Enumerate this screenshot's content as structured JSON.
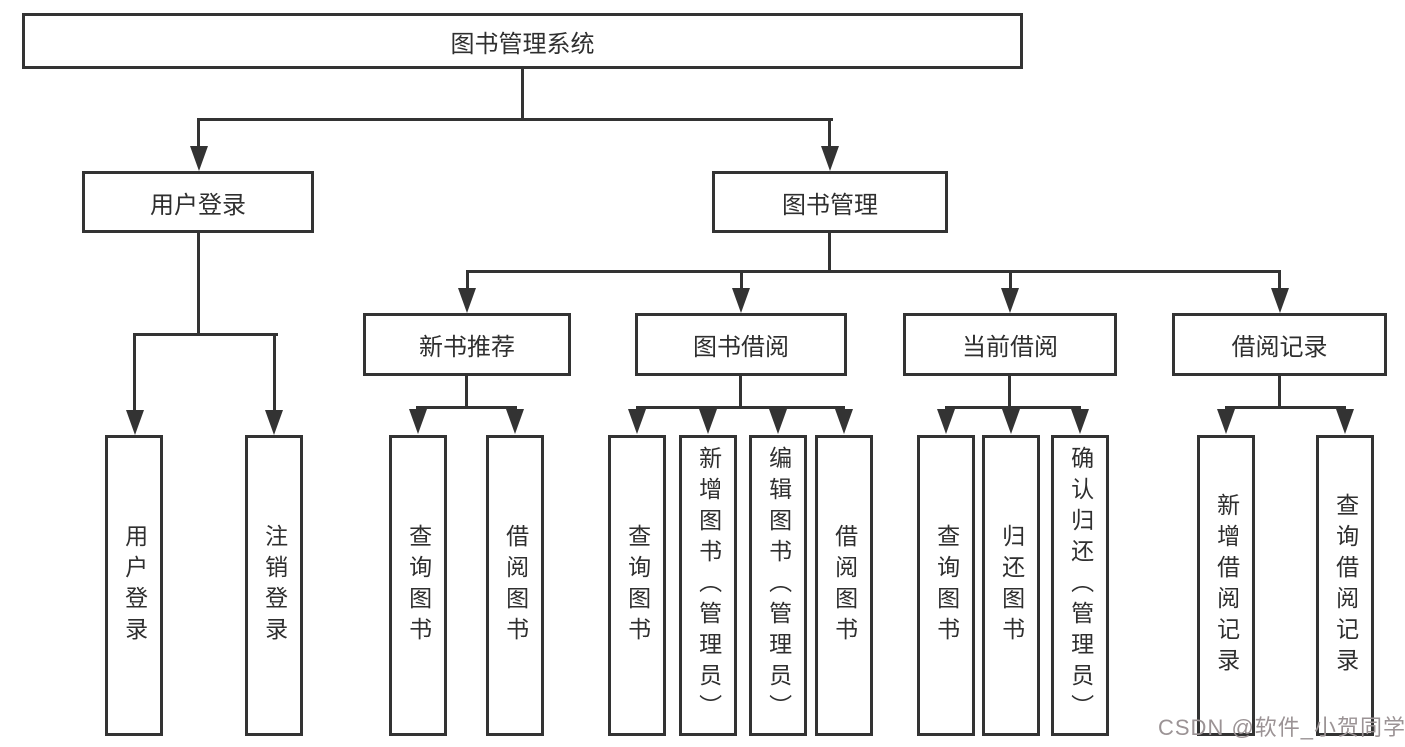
{
  "diagram": {
    "root": {
      "label": "图书管理系统"
    },
    "branches": [
      {
        "label": "用户登录",
        "children": [
          {
            "label": "用户登录"
          },
          {
            "label": "注销登录"
          }
        ]
      },
      {
        "label": "图书管理",
        "children": [
          {
            "label": "新书推荐",
            "children": [
              {
                "label": "查询图书"
              },
              {
                "label": "借阅图书"
              }
            ]
          },
          {
            "label": "图书借阅",
            "children": [
              {
                "label": "查询图书"
              },
              {
                "label": "新增图书（管理员）"
              },
              {
                "label": "编辑图书（管理员）"
              },
              {
                "label": "借阅图书"
              }
            ]
          },
          {
            "label": "当前借阅",
            "children": [
              {
                "label": "查询图书"
              },
              {
                "label": "归还图书"
              },
              {
                "label": "确认归还（管理员）"
              }
            ]
          },
          {
            "label": "借阅记录",
            "children": [
              {
                "label": "新增借阅记录"
              },
              {
                "label": "查询借阅记录"
              }
            ]
          }
        ]
      }
    ]
  },
  "watermark": {
    "text": "CSDN @软件_小贺同学"
  },
  "colors": {
    "line": "#333333",
    "text": "#2f2f2f",
    "background": "#ffffff",
    "watermark": "#9b9395"
  }
}
